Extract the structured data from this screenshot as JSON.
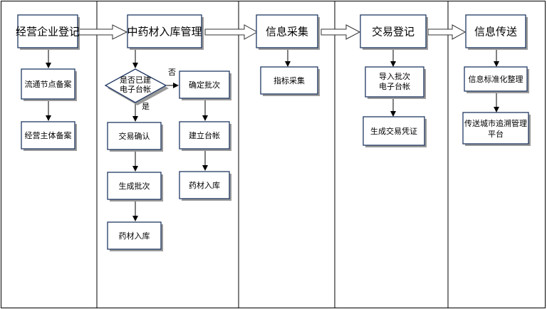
{
  "lanes": [
    {
      "title": "经营企业登记",
      "steps": [
        "流通节点备案",
        "经营主体备案"
      ]
    },
    {
      "title": "中药材入库管理",
      "decision": [
        "是否已建",
        "电子台帐"
      ],
      "yes_label": "是",
      "no_label": "否",
      "yes_steps": [
        "交易确认",
        "生成批次",
        "药材入库"
      ],
      "no_steps": [
        "确定批次",
        "建立台帐",
        "药材入库"
      ]
    },
    {
      "title": "信息采集",
      "steps": [
        "指标采集"
      ]
    },
    {
      "title": "交易登记",
      "steps": [
        [
          "导入批次",
          "电子台帐"
        ],
        "生成交易凭证"
      ]
    },
    {
      "title": "信息传送",
      "steps": [
        "信息标准化整理",
        [
          "传送城市追溯管理",
          "平台"
        ]
      ]
    }
  ]
}
